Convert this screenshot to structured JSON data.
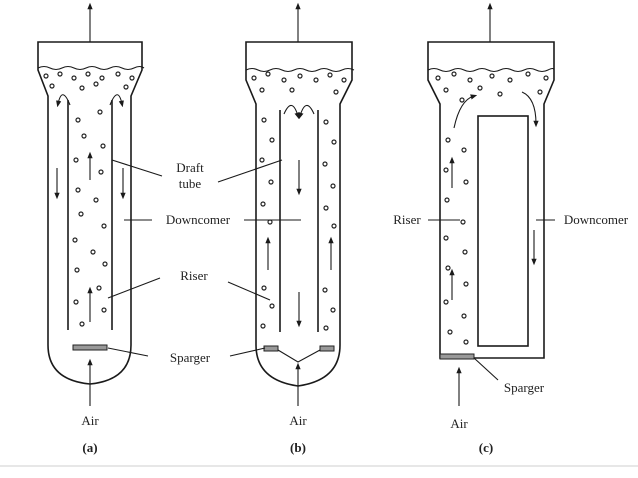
{
  "labels": {
    "draft_tube_line1": "Draft",
    "draft_tube_line2": "tube",
    "downcomer_a": "Downcomer",
    "riser_a": "Riser",
    "sparger_a": "Sparger",
    "riser_c": "Riser",
    "downcomer_c": "Downcomer",
    "sparger_c": "Sparger"
  },
  "inputs": {
    "air_a": "Air",
    "air_b": "Air",
    "air_c": "Air"
  },
  "captions": {
    "a": "(a)",
    "b": "(b)",
    "c": "(c)"
  }
}
